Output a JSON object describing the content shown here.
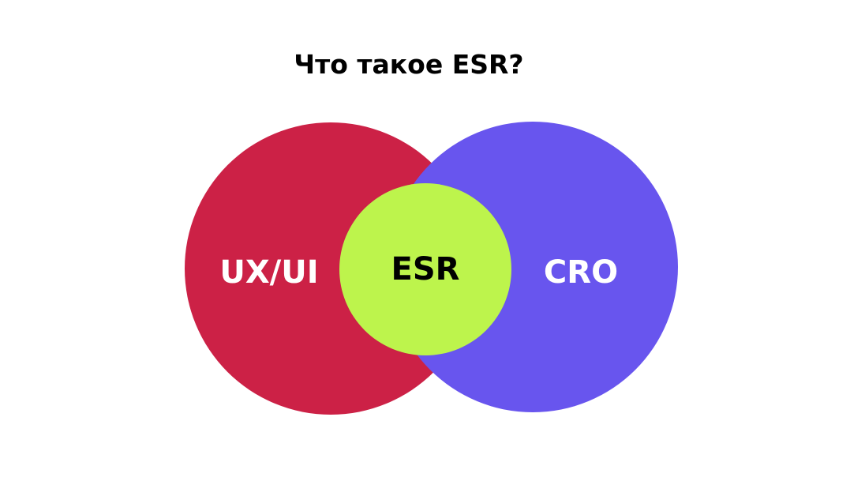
{
  "title": "Что такое ESR?",
  "circles": {
    "left": {
      "label": "UX/UI",
      "color": "#cc2146",
      "text_color": "#ffffff"
    },
    "right": {
      "label": "CRO",
      "color": "#6855ee",
      "text_color": "#ffffff"
    },
    "center": {
      "label": "ESR",
      "color": "#bdf44c",
      "text_color": "#000000"
    }
  }
}
